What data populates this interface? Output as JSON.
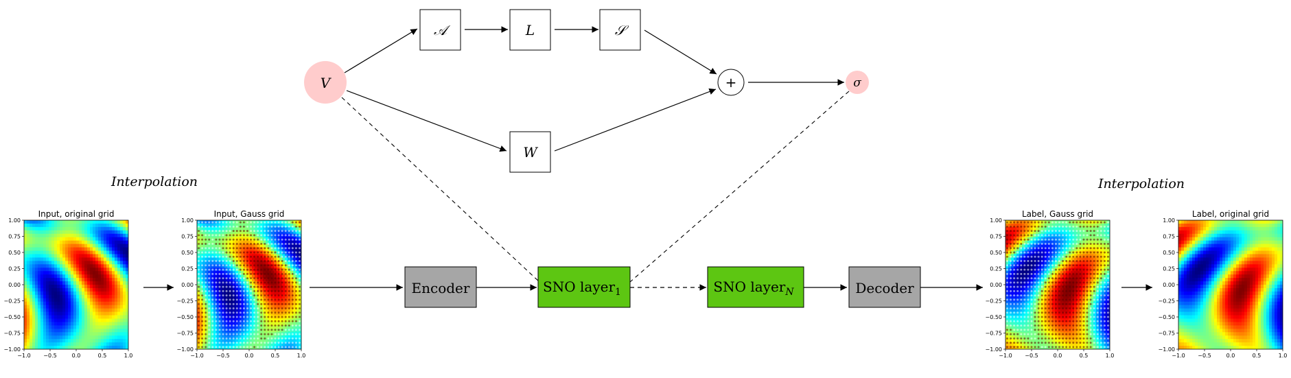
{
  "top": {
    "v_label": "V",
    "a_label": "𝒜",
    "l_label": "L",
    "s_label": "𝒮",
    "w_label": "W",
    "plus_label": "+",
    "sigma_label": "σ"
  },
  "annotations": {
    "left_interp": "Interpolation",
    "right_interp": "Interpolation"
  },
  "pipeline": {
    "encoder": "Encoder",
    "sno1_main": "SNO layer",
    "sno1_sub": "1",
    "snon_main": "SNO layer",
    "snon_sub": "N",
    "decoder": "Decoder"
  },
  "plots": [
    {
      "title": "Input, original grid",
      "pattern": 0,
      "dots": false
    },
    {
      "title": "Input, Gauss grid",
      "pattern": 0,
      "dots": true
    },
    {
      "title": "Label, Gauss grid",
      "pattern": 1,
      "dots": true
    },
    {
      "title": "Label, original grid",
      "pattern": 1,
      "dots": false
    }
  ],
  "axis_ticks": {
    "x": [
      "−1.0",
      "−0.5",
      "0.0",
      "0.5",
      "1.0"
    ],
    "y": [
      "1.00",
      "0.75",
      "0.50",
      "0.25",
      "0.00",
      "−0.25",
      "−0.50",
      "−0.75",
      "−1.00"
    ]
  },
  "colors": {
    "v_circle": "#ffcccc",
    "sigma_circle": "#ffcccc",
    "gray_block": "#a6a6a6",
    "green_block": "#5dc612"
  }
}
